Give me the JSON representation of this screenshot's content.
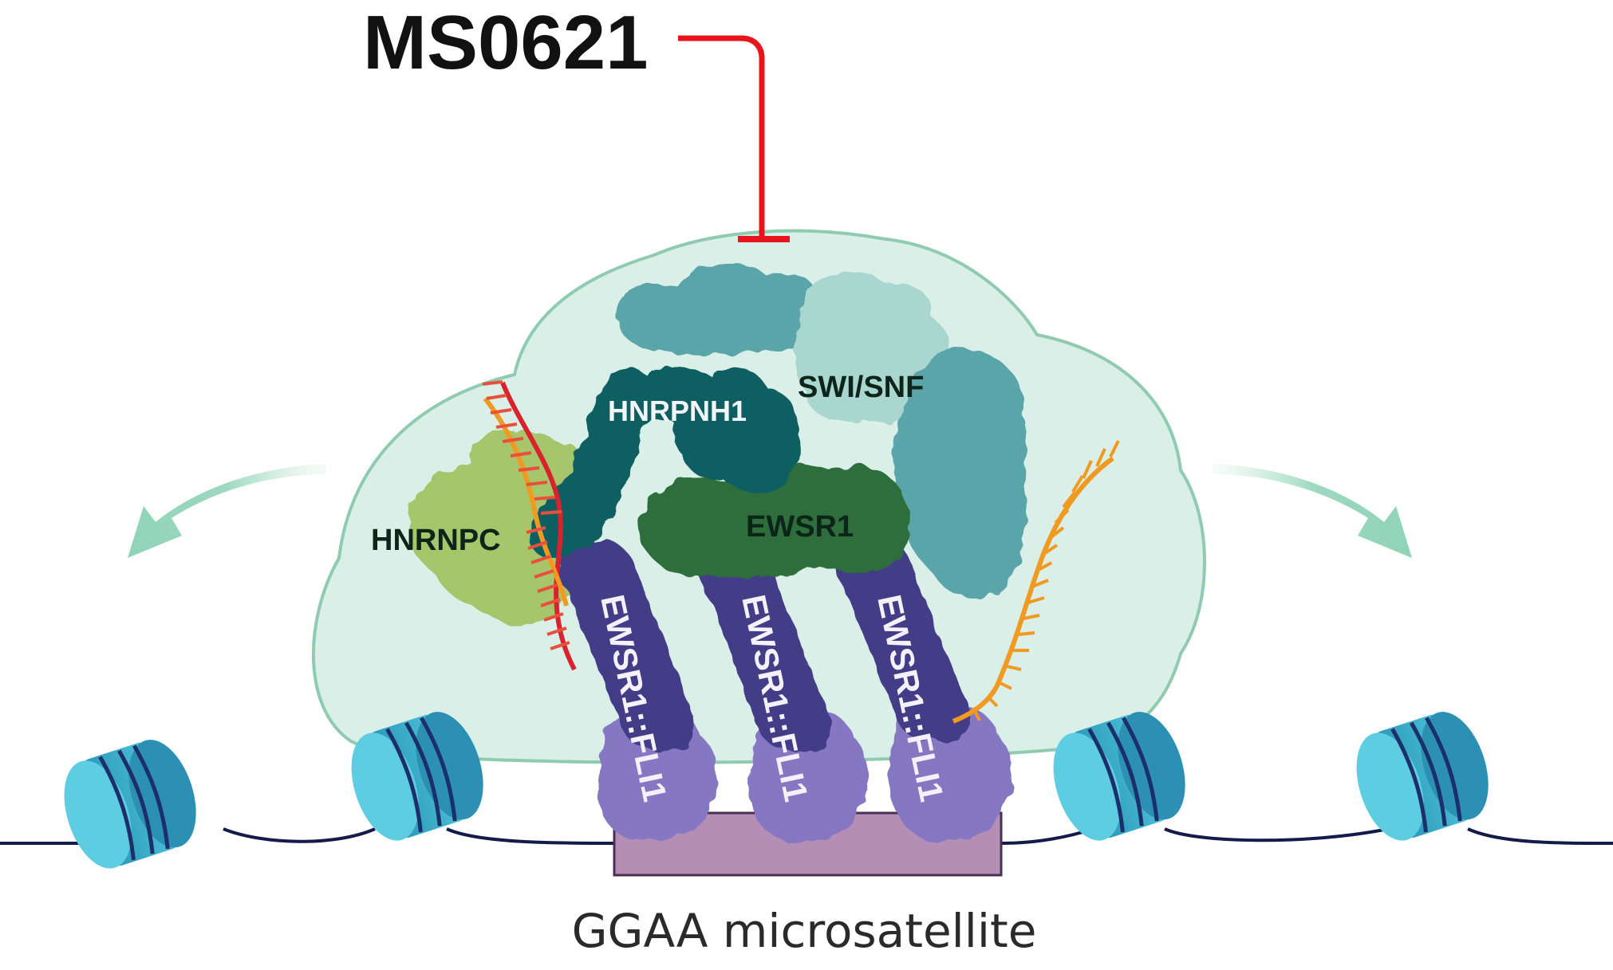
{
  "drug": {
    "name": "MS0621"
  },
  "proteins": {
    "swi_snf": "SWI/SNF",
    "hnrpnh1": "HNRPNH1",
    "hnrnpc": "HNRNPC",
    "ewsr1": "EWSR1",
    "fusion": [
      "EWSR1::FLI1",
      "EWSR1::FLI1",
      "EWSR1::FLI1"
    ]
  },
  "dna_element": {
    "caption": "GGAA microsatellite"
  },
  "colors": {
    "inhibition": "#e8141b",
    "condensate_fill": "#d4ece3",
    "condensate_stroke": "#8fcbb0",
    "swi_snf": "#5aa5a9",
    "hnrpnh1": "#0f5e62",
    "hnrnpc": "#a7c56a",
    "ewsr1": "#2f6e3c",
    "fusion": "#433d86",
    "fusion_head": "#8577c2",
    "nucleosome": "#36a9c6",
    "dna": "#141a4a",
    "microsatellite": "#b58eb6",
    "rna_orange": "#f09a22",
    "rna_red": "#d9232c"
  },
  "icons": [
    "inhibition-arrow-icon",
    "spread-arrow-icon",
    "nucleosome-icon",
    "rna-strand-icon"
  ]
}
